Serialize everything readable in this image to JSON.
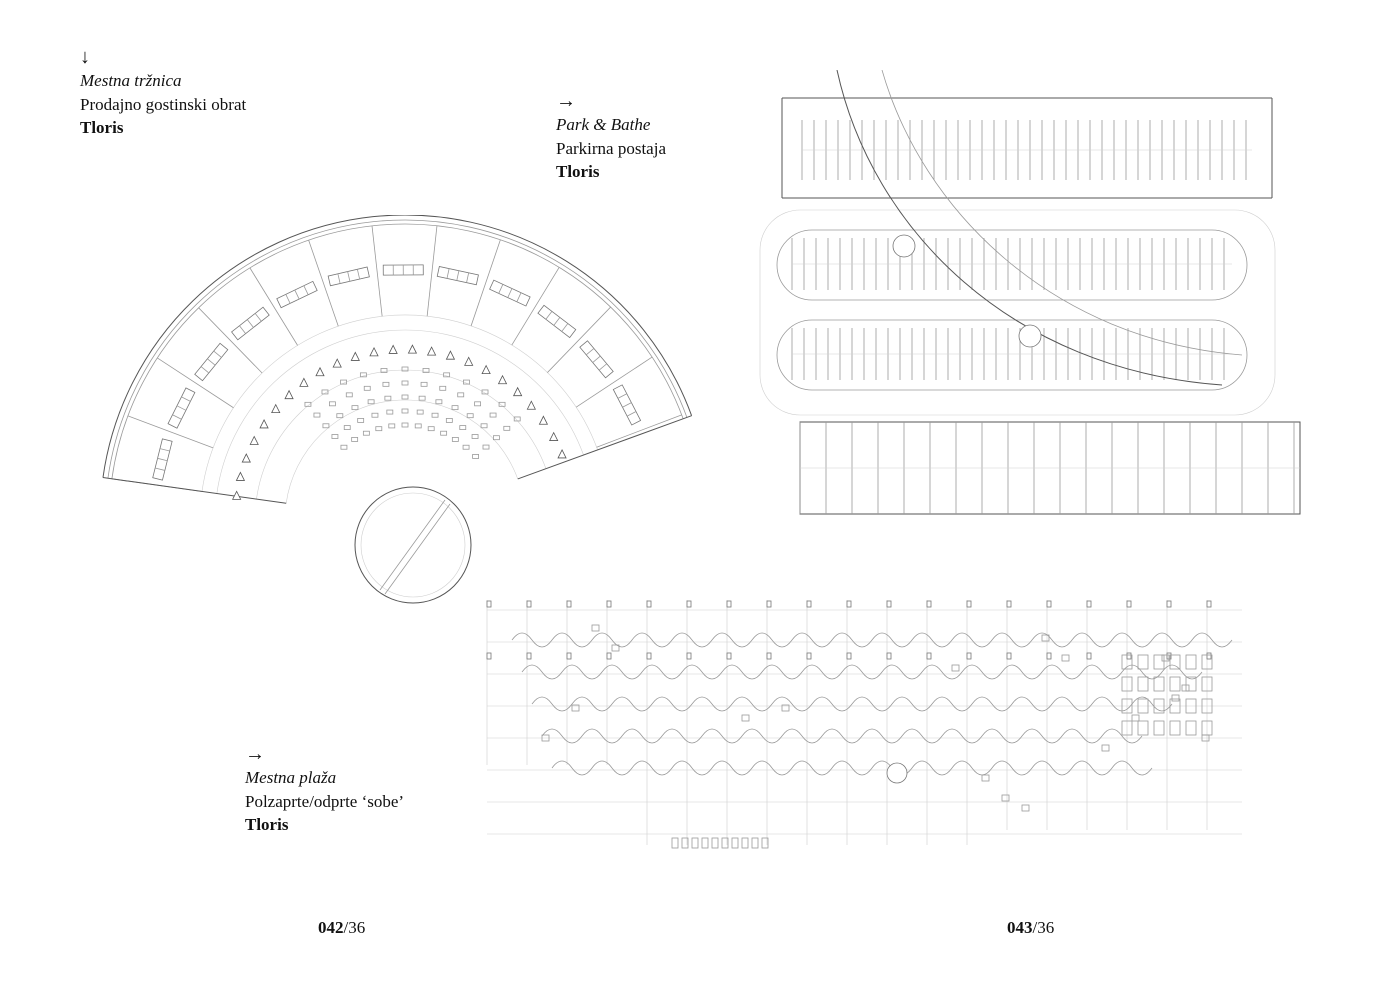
{
  "captions": {
    "market": {
      "arrow": "↓",
      "title": "Mestna tržnica",
      "subtitle": "Prodajno gostinski obrat",
      "label": "Tloris"
    },
    "park": {
      "arrow": "→",
      "title": "Park & Bathe",
      "subtitle": "Parkirna postaja",
      "label": "Tloris"
    },
    "beach": {
      "arrow": "→",
      "title": "Mestna plaža",
      "subtitle": "Polzaprte/odprte ‘sobe’",
      "label": "Tloris"
    }
  },
  "pages": {
    "left": {
      "number": "042",
      "total": "/36"
    },
    "right": {
      "number": "043",
      "total": "/36"
    }
  }
}
